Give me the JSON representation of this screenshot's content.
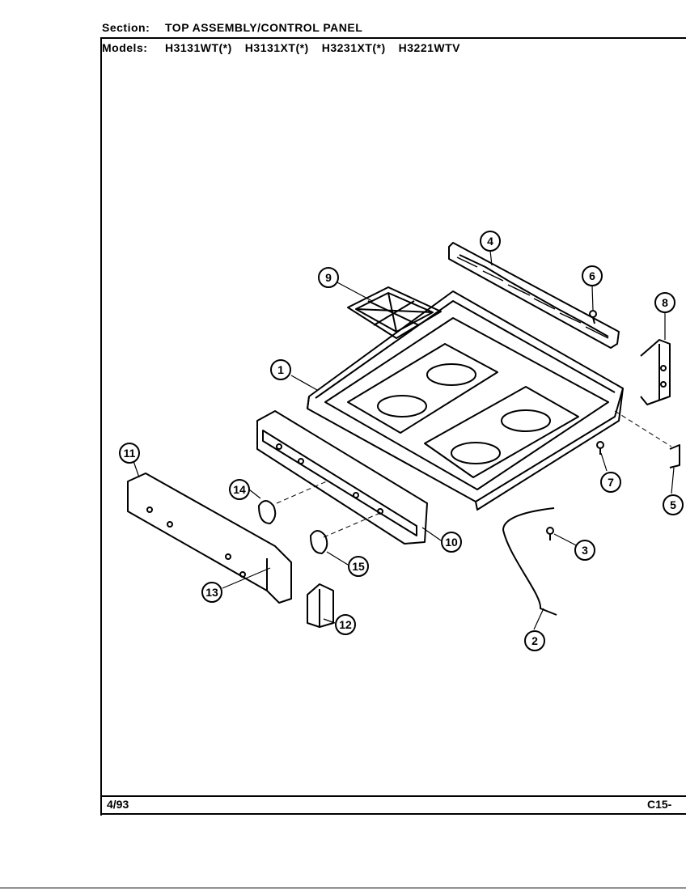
{
  "header": {
    "section_label": "Section:",
    "section_value": "TOP ASSEMBLY/CONTROL PANEL",
    "models_label": "Models:",
    "models": [
      "H3131WT(*)",
      "H3131XT(*)",
      "H3231XT(*)",
      "H3221WTV"
    ]
  },
  "footer": {
    "date": "4/93",
    "code": "C15-"
  },
  "callouts": [
    "1",
    "2",
    "3",
    "4",
    "5",
    "6",
    "7",
    "8",
    "9",
    "10",
    "11",
    "12",
    "13",
    "14",
    "15"
  ]
}
